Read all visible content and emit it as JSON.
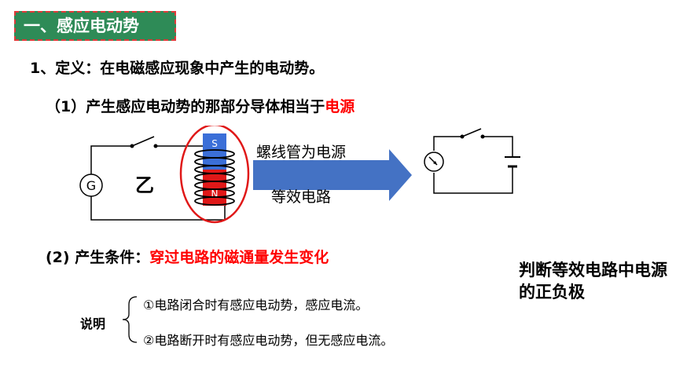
{
  "section_title": "一、感应电动势",
  "definition": "1、定义：在电磁感应现象中产生的电动势。",
  "point1": {
    "prefix": "（1）产生感应电动势的那部分导体相当于",
    "highlight": "电源"
  },
  "diagram": {
    "galvanometer_label": "G",
    "circuit_label": "乙",
    "magnet_top_pole": "S",
    "magnet_bottom_pole": "N",
    "arrow_top_label": "螺线管为电源",
    "arrow_bottom_label": "等效电路"
  },
  "point2": {
    "prefix": "(2) 产生条件：",
    "highlight": "穿过电路的磁通量发生变化"
  },
  "note": "判断等效电路中电源的正负极",
  "explanation": {
    "label": "说明",
    "items": [
      "①电路闭合时有感应电动势，感应电流。",
      "②电路断开时有感应电动势，但无感应电流。"
    ]
  },
  "colors": {
    "section_bg": "#2e8b57",
    "highlight": "#ff0000",
    "arrow": "#4472c4",
    "magnet_s": "#3b6fd8",
    "magnet_n": "#e01818"
  }
}
